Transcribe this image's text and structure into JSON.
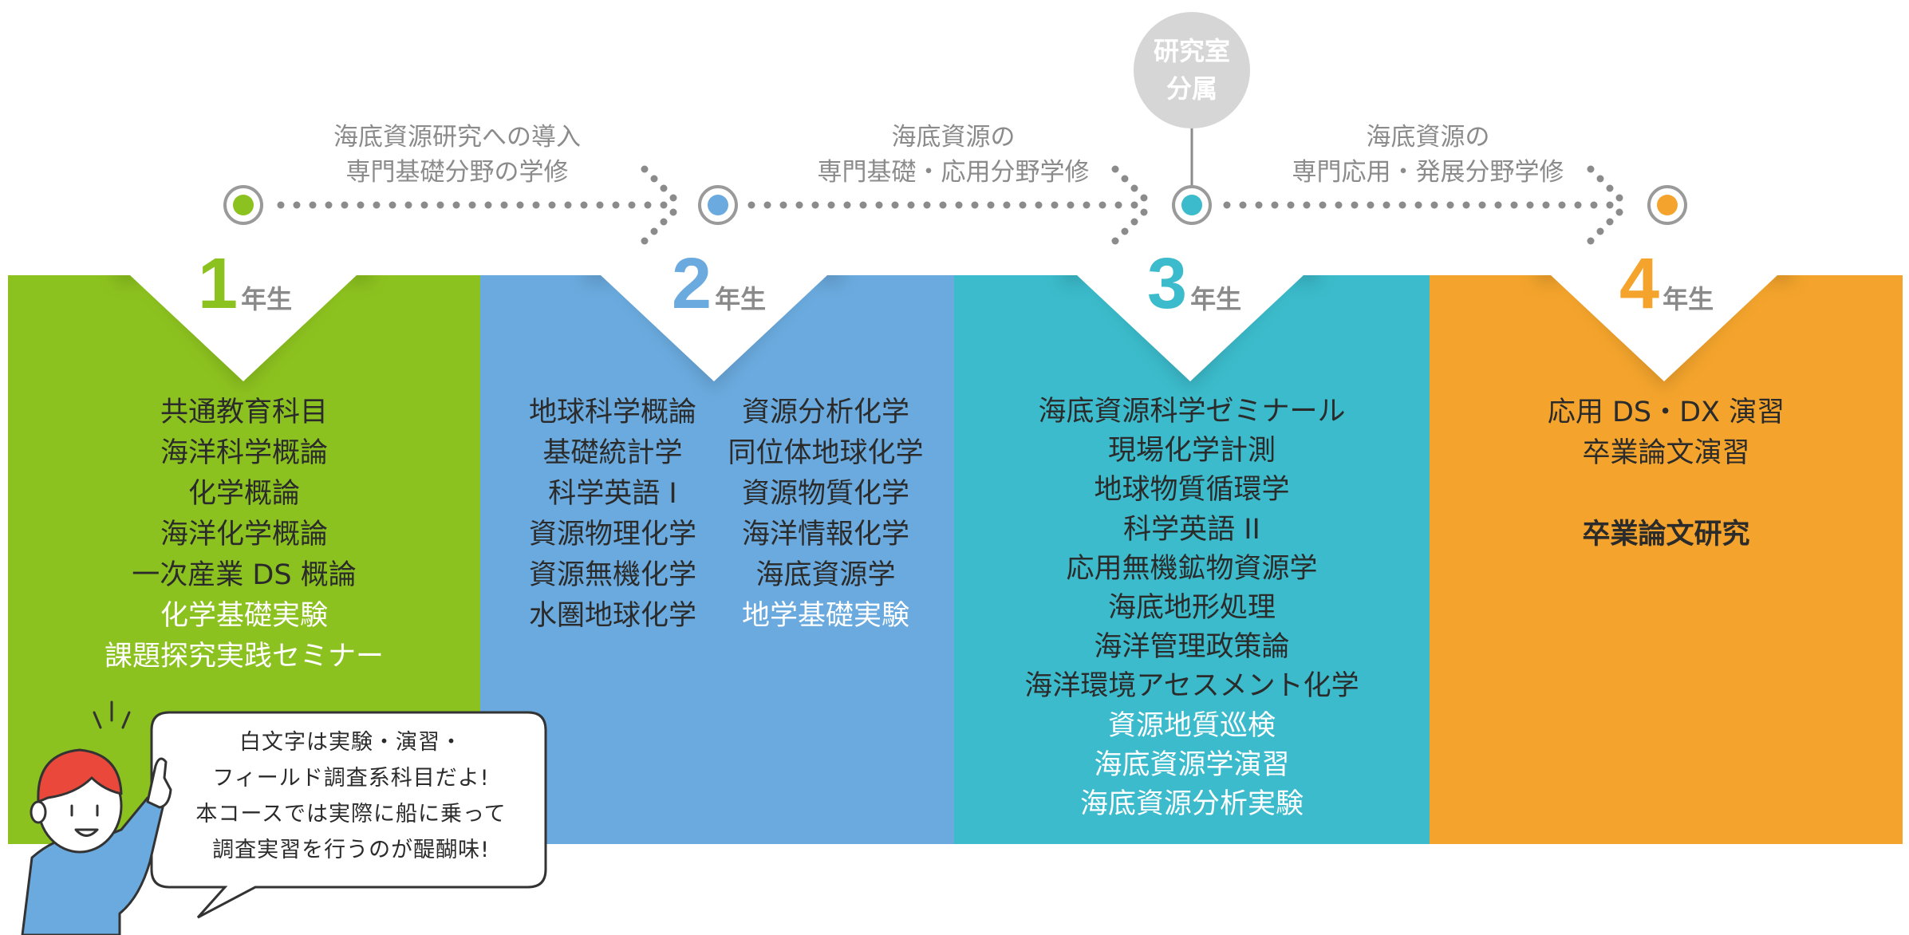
{
  "lab": {
    "line1": "研究室",
    "line2": "分属"
  },
  "phases": [
    {
      "line1": "海底資源研究への導入",
      "line2": "専門基礎分野の学修"
    },
    {
      "line1": "海底資源の",
      "line2": "専門基礎・応用分野学修"
    },
    {
      "line1": "海底資源の",
      "line2": "専門応用・発展分野学修"
    }
  ],
  "years": [
    {
      "num": "1",
      "suffix": "年生"
    },
    {
      "num": "2",
      "suffix": "年生"
    },
    {
      "num": "3",
      "suffix": "年生"
    },
    {
      "num": "4",
      "suffix": "年生"
    }
  ],
  "year1": [
    "共通教育科目",
    "海洋科学概論",
    "化学概論",
    "海洋化学概論",
    "一次産業 DS 概論",
    "化学基礎実験",
    "課題探究実践セミナー"
  ],
  "year2_left": [
    "地球科学概論",
    "基礎統計学",
    "科学英語 I",
    "資源物理化学",
    "資源無機化学",
    "水圏地球化学"
  ],
  "year2_right": [
    "資源分析化学",
    "同位体地球化学",
    "資源物質化学",
    "海洋情報化学",
    "海底資源学",
    "地学基礎実験"
  ],
  "year3": [
    "海底資源科学ゼミナール",
    "現場化学計測",
    "地球物質循環学",
    "科学英語 II",
    "応用無機鉱物資源学",
    "海底地形処理",
    "海洋管理政策論",
    "海洋環境アセスメント化学",
    "資源地質巡検",
    "海底資源学演習",
    "海底資源分析実験"
  ],
  "year4": [
    "応用 DS・DX 演習",
    "卒業論文演習",
    "卒業論文研究"
  ],
  "bubble": [
    "白文字は実験・演習・",
    "フィールド調査系科目だよ!",
    "本コースでは実際に船に乗って",
    "調査実習を行うのが醍醐味!"
  ],
  "colors": {
    "year1": "#8cc21f",
    "year2": "#6aaade",
    "year3": "#3bbbcb",
    "year4": "#f4a42c",
    "lab_circle": "#d6d6d6",
    "gray_text": "#8b8b8b",
    "dots": "#8b8b8b"
  },
  "icons": [
    "dotted-arrow-icon",
    "chevron-right-icon",
    "milestone-circle-icon",
    "student-character-icon",
    "speech-bubble-icon"
  ]
}
